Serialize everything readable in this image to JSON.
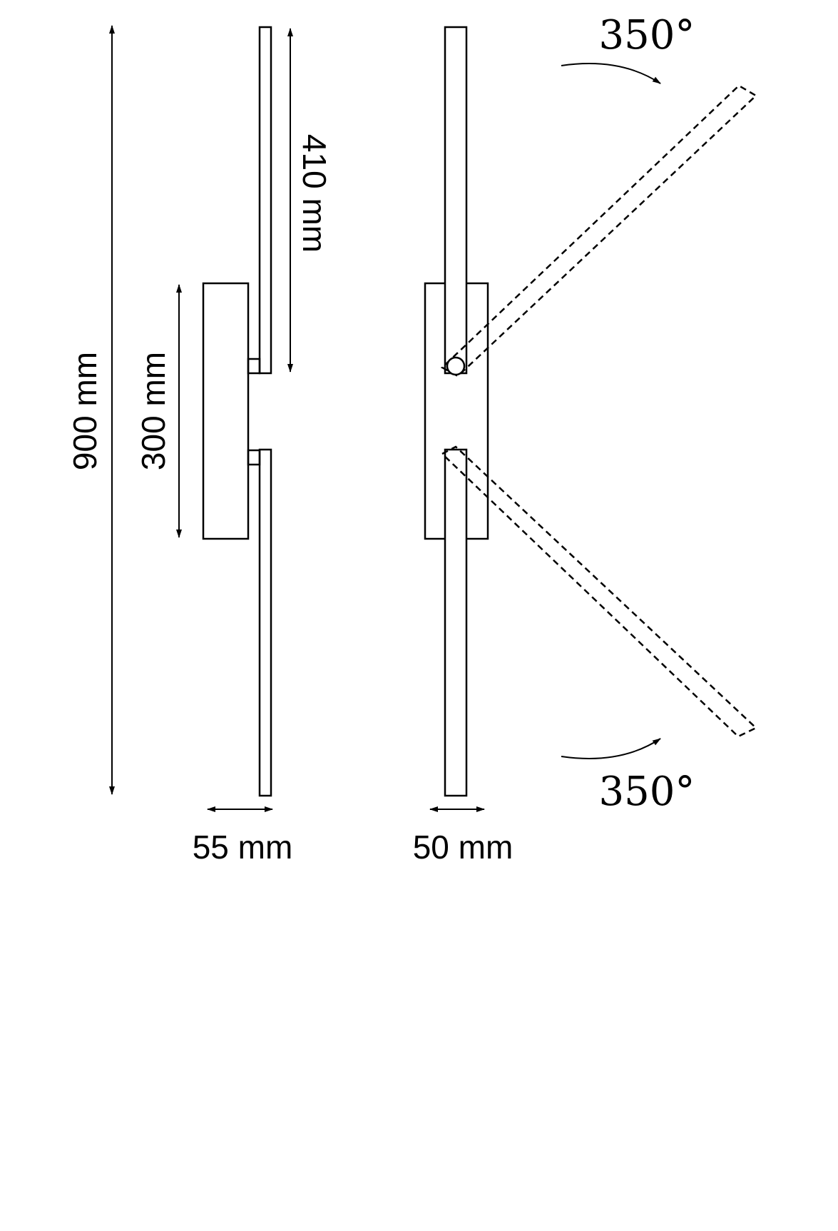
{
  "dimensions": {
    "total_height": "900 mm",
    "mount_height": "300 mm",
    "bar_length": "410 mm",
    "side_depth": "55 mm",
    "front_width": "50 mm"
  },
  "rotation": {
    "top": "350°",
    "bottom": "350°"
  }
}
